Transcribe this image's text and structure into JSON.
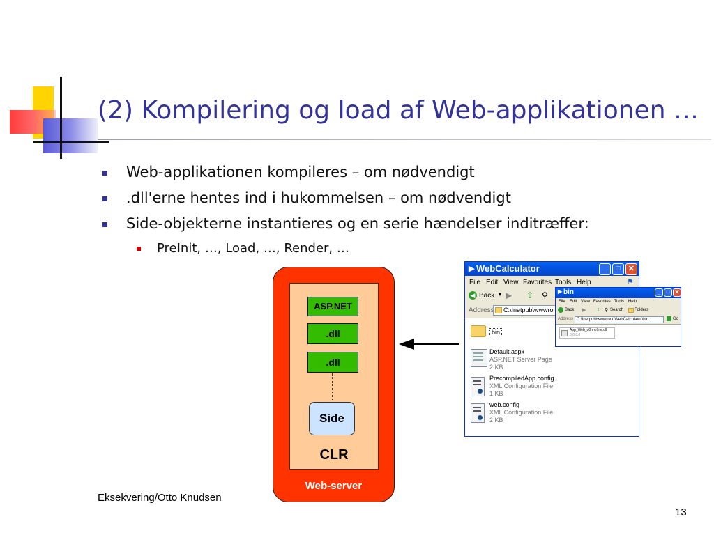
{
  "slide": {
    "title": "(2) Kompilering og load af Web-applikationen …",
    "bullets": [
      "Web-applikationen kompileres – om nødvendigt",
      ".dll'erne hentes ind i hukommelsen – om nødvendigt",
      "Side-objekterne instantieres og en serie hændelser inditræffer:"
    ],
    "sub_bullet": "PreInit, …, Load, …, Render, …",
    "footer": "Eksekvering/Otto Knudsen",
    "page_number": "13"
  },
  "diagram": {
    "aspnet_label": "ASP.NET",
    "dll1_label": ".dll",
    "dll2_label": ".dll",
    "side_label": "Side",
    "clr_label": "CLR",
    "server_label": "Web-server",
    "colors": {
      "server": "#ff3300",
      "clr": "#ffcc99",
      "component": "#33bb00",
      "side": "#cce4ff"
    }
  },
  "window_main": {
    "title": "WebCalculator",
    "menu": [
      "File",
      "Edit",
      "View",
      "Favorites",
      "Tools",
      "Help"
    ],
    "back_label": "Back",
    "address_label": "Address",
    "address_value": "C:\\Inetpub\\wwwro",
    "files": [
      {
        "name": "bin",
        "type": "",
        "size": "",
        "icon": "folder-icon"
      },
      {
        "name": "Default.aspx",
        "type": "ASP.NET Server Page",
        "size": "2 KB",
        "icon": "aspx-file-icon"
      },
      {
        "name": "PrecompiledApp.config",
        "type": "XML Configuration File",
        "size": "1 KB",
        "icon": "config-file-icon"
      },
      {
        "name": "web.config",
        "type": "XML Configuration File",
        "size": "2 KB",
        "icon": "config-file-icon"
      }
    ]
  },
  "window_bin": {
    "title": "bin",
    "menu": [
      "File",
      "Edit",
      "View",
      "Favorites",
      "Tools",
      "Help"
    ],
    "back_label": "Back",
    "search_label": "Search",
    "folders_label": "Folders",
    "address_label": "Address",
    "address_value": "C:\\Inetpub\\wwwroot\\WebCalculator\\bin",
    "go_label": "Go",
    "file_name": "App_Web_q0hno7ne.dll",
    "file_version": "0.0.0.0"
  }
}
